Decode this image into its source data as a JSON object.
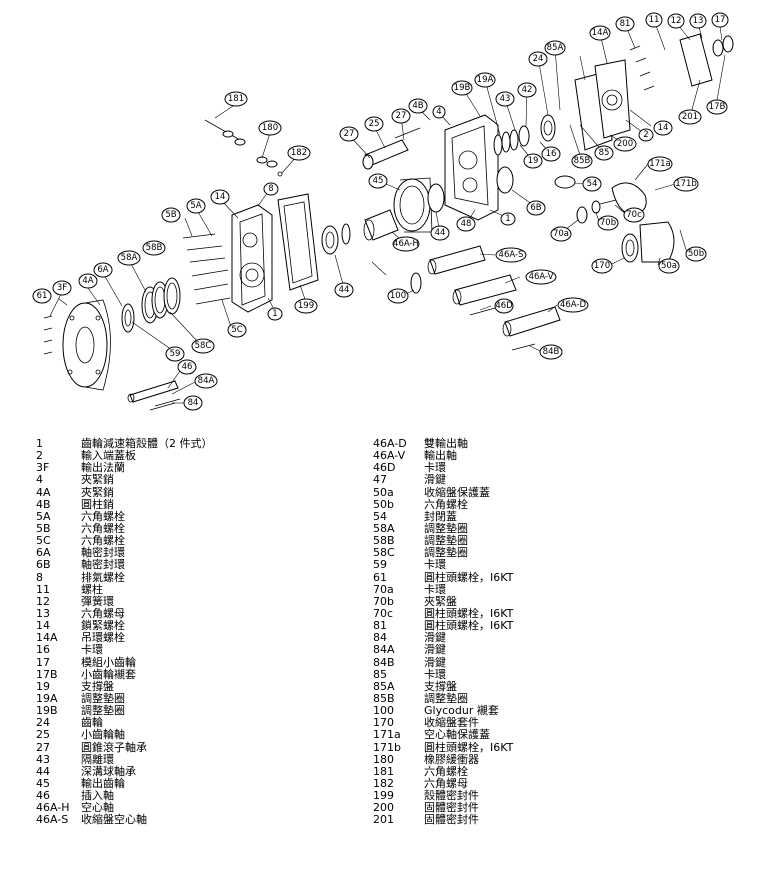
{
  "diagram": {
    "callouts": [
      "181",
      "180",
      "182",
      "14",
      "8",
      "5B",
      "5A",
      "5C",
      "58B",
      "58A",
      "6A",
      "4A",
      "3F",
      "61",
      "59",
      "58C",
      "46",
      "84A",
      "84",
      "199",
      "1",
      "27",
      "25",
      "27",
      "4B",
      "4",
      "19B",
      "19A",
      "43",
      "42",
      "16",
      "19",
      "24",
      "85A",
      "14A",
      "81",
      "11",
      "12",
      "13",
      "17",
      "17B",
      "201",
      "200",
      "85",
      "85B",
      "2",
      "14",
      "45",
      "44",
      "48",
      "46A-H",
      "6B",
      "1",
      "54",
      "171a",
      "171b",
      "70c",
      "70b",
      "70a",
      "170",
      "50b",
      "50a",
      "46A-S",
      "46A-V",
      "46D",
      "46A-D",
      "84",
      "84B",
      "100",
      "44"
    ]
  },
  "legend": {
    "left": [
      {
        "num": "1",
        "desc": "齒輪減速箱殼體（2 件式）"
      },
      {
        "num": "2",
        "desc": "輸入端蓋板"
      },
      {
        "num": "3F",
        "desc": "輸出法蘭"
      },
      {
        "num": "4",
        "desc": "夾緊銷"
      },
      {
        "num": "4A",
        "desc": "夾緊銷"
      },
      {
        "num": "4B",
        "desc": "圓柱銷"
      },
      {
        "num": "5A",
        "desc": "六角螺栓"
      },
      {
        "num": "5B",
        "desc": "六角螺栓"
      },
      {
        "num": "5C",
        "desc": "六角螺栓"
      },
      {
        "num": "6A",
        "desc": "軸密封環"
      },
      {
        "num": "6B",
        "desc": "軸密封環"
      },
      {
        "num": "8",
        "desc": "排氣螺栓"
      },
      {
        "num": "11",
        "desc": "螺柱"
      },
      {
        "num": "12",
        "desc": "彈簧環"
      },
      {
        "num": "13",
        "desc": "六角螺母"
      },
      {
        "num": "14",
        "desc": "鎖緊螺栓"
      },
      {
        "num": "14A",
        "desc": "吊環螺栓"
      },
      {
        "num": "16",
        "desc": "卡環"
      },
      {
        "num": "17",
        "desc": "模組小齒輪"
      },
      {
        "num": "17B",
        "desc": "小齒輪襯套"
      },
      {
        "num": "19",
        "desc": "支撐盤"
      },
      {
        "num": "19A",
        "desc": "調整墊圈"
      },
      {
        "num": "19B",
        "desc": "調整墊圈"
      },
      {
        "num": "24",
        "desc": "齒輪"
      },
      {
        "num": "25",
        "desc": "小齒輪軸"
      },
      {
        "num": "27",
        "desc": "圓錐滾子軸承"
      },
      {
        "num": "43",
        "desc": "隔離環"
      },
      {
        "num": "44",
        "desc": "深溝球軸承"
      },
      {
        "num": "45",
        "desc": "輸出齒輪"
      },
      {
        "num": "46",
        "desc": "插入軸"
      },
      {
        "num": "46A-H",
        "desc": "空心軸"
      },
      {
        "num": "46A-S",
        "desc": "收縮盤空心軸"
      }
    ],
    "right": [
      {
        "num": "46A-D",
        "desc": "雙輸出軸"
      },
      {
        "num": "46A-V",
        "desc": "輸出軸"
      },
      {
        "num": "46D",
        "desc": "卡環"
      },
      {
        "num": "47",
        "desc": "滑鍵"
      },
      {
        "num": "50a",
        "desc": "收縮盤保護蓋"
      },
      {
        "num": "50b",
        "desc": "六角螺栓"
      },
      {
        "num": "54",
        "desc": "封閉蓋"
      },
      {
        "num": "58A",
        "desc": "調整墊圈"
      },
      {
        "num": "58B",
        "desc": "調整墊圈"
      },
      {
        "num": "58C",
        "desc": "調整墊圈"
      },
      {
        "num": "59",
        "desc": "卡環"
      },
      {
        "num": "61",
        "desc": "圓柱頭螺栓，I6KT"
      },
      {
        "num": "70a",
        "desc": "卡環"
      },
      {
        "num": "70b",
        "desc": "夾緊盤"
      },
      {
        "num": "70c",
        "desc": "圓柱頭螺栓，I6KT"
      },
      {
        "num": "81",
        "desc": "圓柱頭螺栓，I6KT"
      },
      {
        "num": "84",
        "desc": "滑鍵"
      },
      {
        "num": "84A",
        "desc": "滑鍵"
      },
      {
        "num": "84B",
        "desc": "滑鍵"
      },
      {
        "num": "85",
        "desc": "卡環"
      },
      {
        "num": "85A",
        "desc": "支撐盤"
      },
      {
        "num": "85B",
        "desc": "調整墊圈"
      },
      {
        "num": "100",
        "desc": "Glycodur 襯套"
      },
      {
        "num": "170",
        "desc": "收縮盤套件"
      },
      {
        "num": "171a",
        "desc": "空心軸保護蓋"
      },
      {
        "num": "171b",
        "desc": "圓柱頭螺栓，I6KT"
      },
      {
        "num": "180",
        "desc": "橡膠緩衝器"
      },
      {
        "num": "181",
        "desc": "六角螺栓"
      },
      {
        "num": "182",
        "desc": "六角螺母"
      },
      {
        "num": "199",
        "desc": "殼體密封件"
      },
      {
        "num": "200",
        "desc": "固體密封件"
      },
      {
        "num": "201",
        "desc": "固體密封件"
      }
    ]
  }
}
